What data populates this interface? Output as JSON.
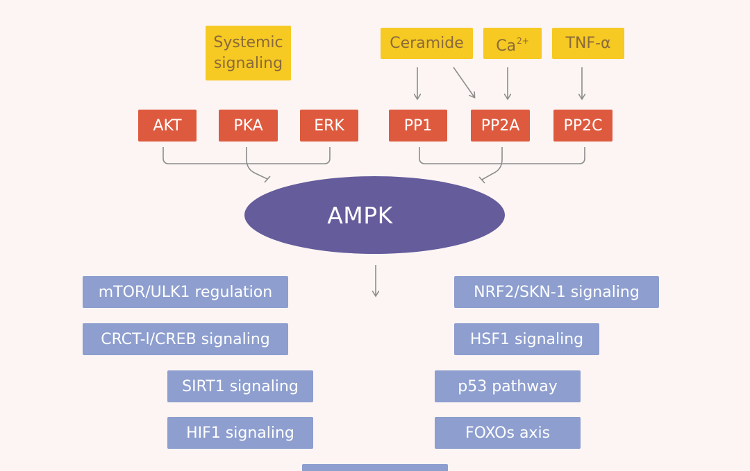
{
  "diagram": {
    "top_inputs": {
      "systemic": [
        "Systemic",
        "signaling"
      ],
      "ceramide": "Ceramide",
      "calcium": {
        "base": "Ca",
        "superscript": "2+"
      },
      "tnf": "TNF-α"
    },
    "kinases": {
      "akt": "AKT",
      "pka": "PKA",
      "erk": "ERK"
    },
    "phosphatases": {
      "pp1": "PP1",
      "pp2a": "PP2A",
      "pp2c": "PP2C"
    },
    "center": {
      "label": "AMPK"
    },
    "downstream": {
      "left": [
        "mTOR/ULK1 regulation",
        "CRCT-l/CREB signaling",
        "SIRT1 signaling",
        "HIF1 signaling"
      ],
      "right": [
        "NRF2/SKN-1 signaling",
        "HSF1 signaling",
        "p53 pathway",
        "FOXOs axis"
      ]
    },
    "colors": {
      "background": "#fcf5f3",
      "input": "#f6c923",
      "input_text": "#8a6a3a",
      "enzyme": "#de5a3e",
      "ampk": "#655c9c",
      "target": "#8d9ecf",
      "connector": "#8c8c8c"
    }
  }
}
